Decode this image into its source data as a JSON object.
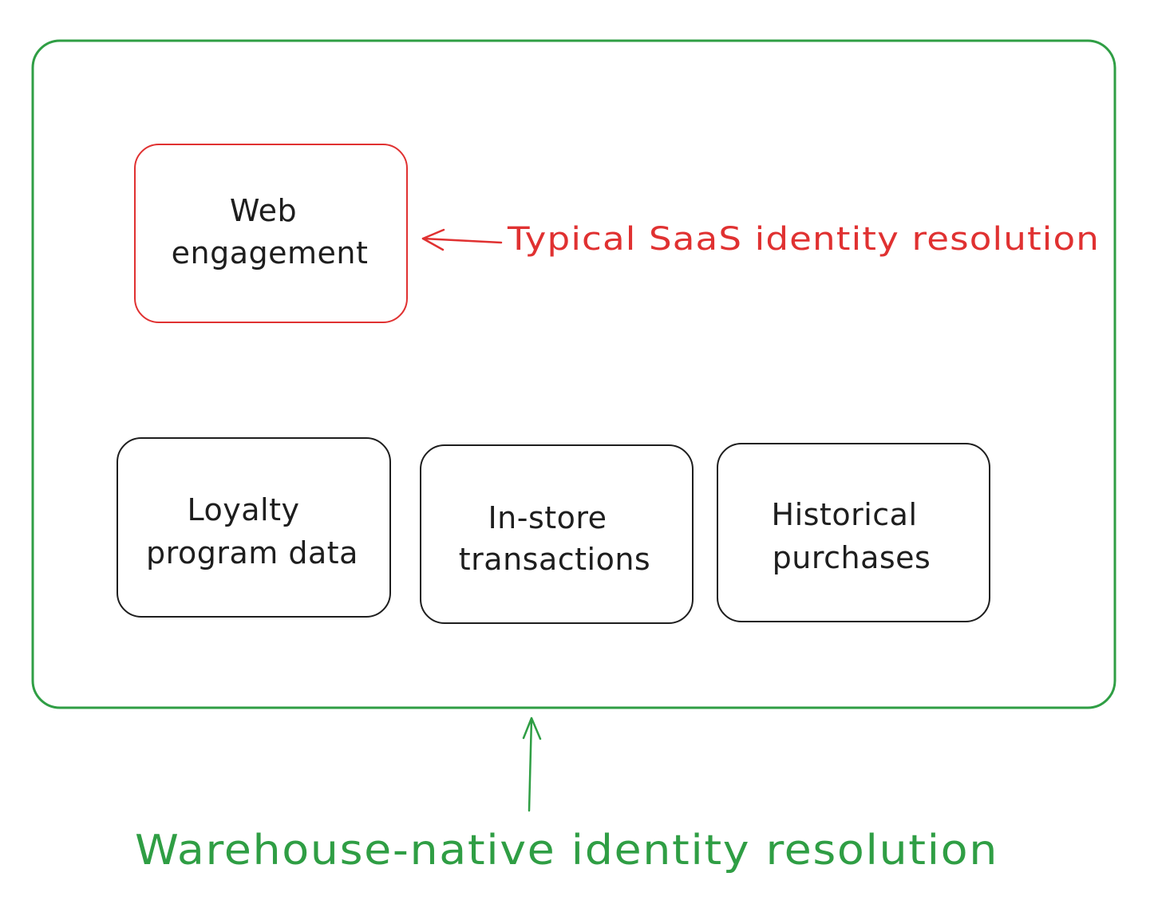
{
  "diagram": {
    "colors": {
      "outer_border": "#2f9e44",
      "highlight_border": "#e03131",
      "box_border": "#1e1e1e",
      "text": "#1e1e1e",
      "saas_annotation": "#e03131",
      "warehouse_annotation": "#2f9e44"
    },
    "web_box": {
      "line1": "Web",
      "line2": "engagement"
    },
    "loyalty_box": {
      "line1": "Loyalty",
      "line2": "program data"
    },
    "instore_box": {
      "line1": "In-store",
      "line2": "transactions"
    },
    "historical_box": {
      "line1": "Historical",
      "line2": "purchases"
    },
    "saas_annotation": "Typical SaaS identity resolution",
    "warehouse_annotation": "Warehouse-native identity resolution"
  }
}
